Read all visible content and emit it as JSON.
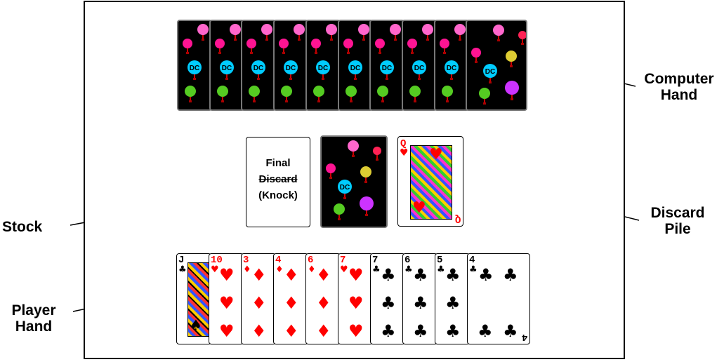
{
  "annotations": {
    "computer_hand": [
      "Computer",
      "Hand"
    ],
    "stock": "Stock",
    "discard_pile": [
      "Discard",
      "Pile"
    ],
    "player_hand": [
      "Player",
      "Hand"
    ]
  },
  "final_discard": [
    "Final",
    "Discard",
    "(Knock)"
  ],
  "computer_hand": {
    "card_count": 10
  },
  "discard_top": {
    "rank": "Q",
    "suit": "heart"
  },
  "player_hand": [
    {
      "rank": "J",
      "suit": "club"
    },
    {
      "rank": "10",
      "suit": "heart"
    },
    {
      "rank": "3",
      "suit": "diamond"
    },
    {
      "rank": "4",
      "suit": "diamond"
    },
    {
      "rank": "6",
      "suit": "diamond"
    },
    {
      "rank": "7",
      "suit": "heart"
    },
    {
      "rank": "7",
      "suit": "club"
    },
    {
      "rank": "6",
      "suit": "club"
    },
    {
      "rank": "5",
      "suit": "club"
    },
    {
      "rank": "4",
      "suit": "club"
    }
  ],
  "colors": {
    "heart": "#ff0000",
    "diamond": "#ff0000",
    "club": "#000000",
    "back": "#000000"
  },
  "icons": {
    "back_design": "hot-air-balloons-icon"
  }
}
